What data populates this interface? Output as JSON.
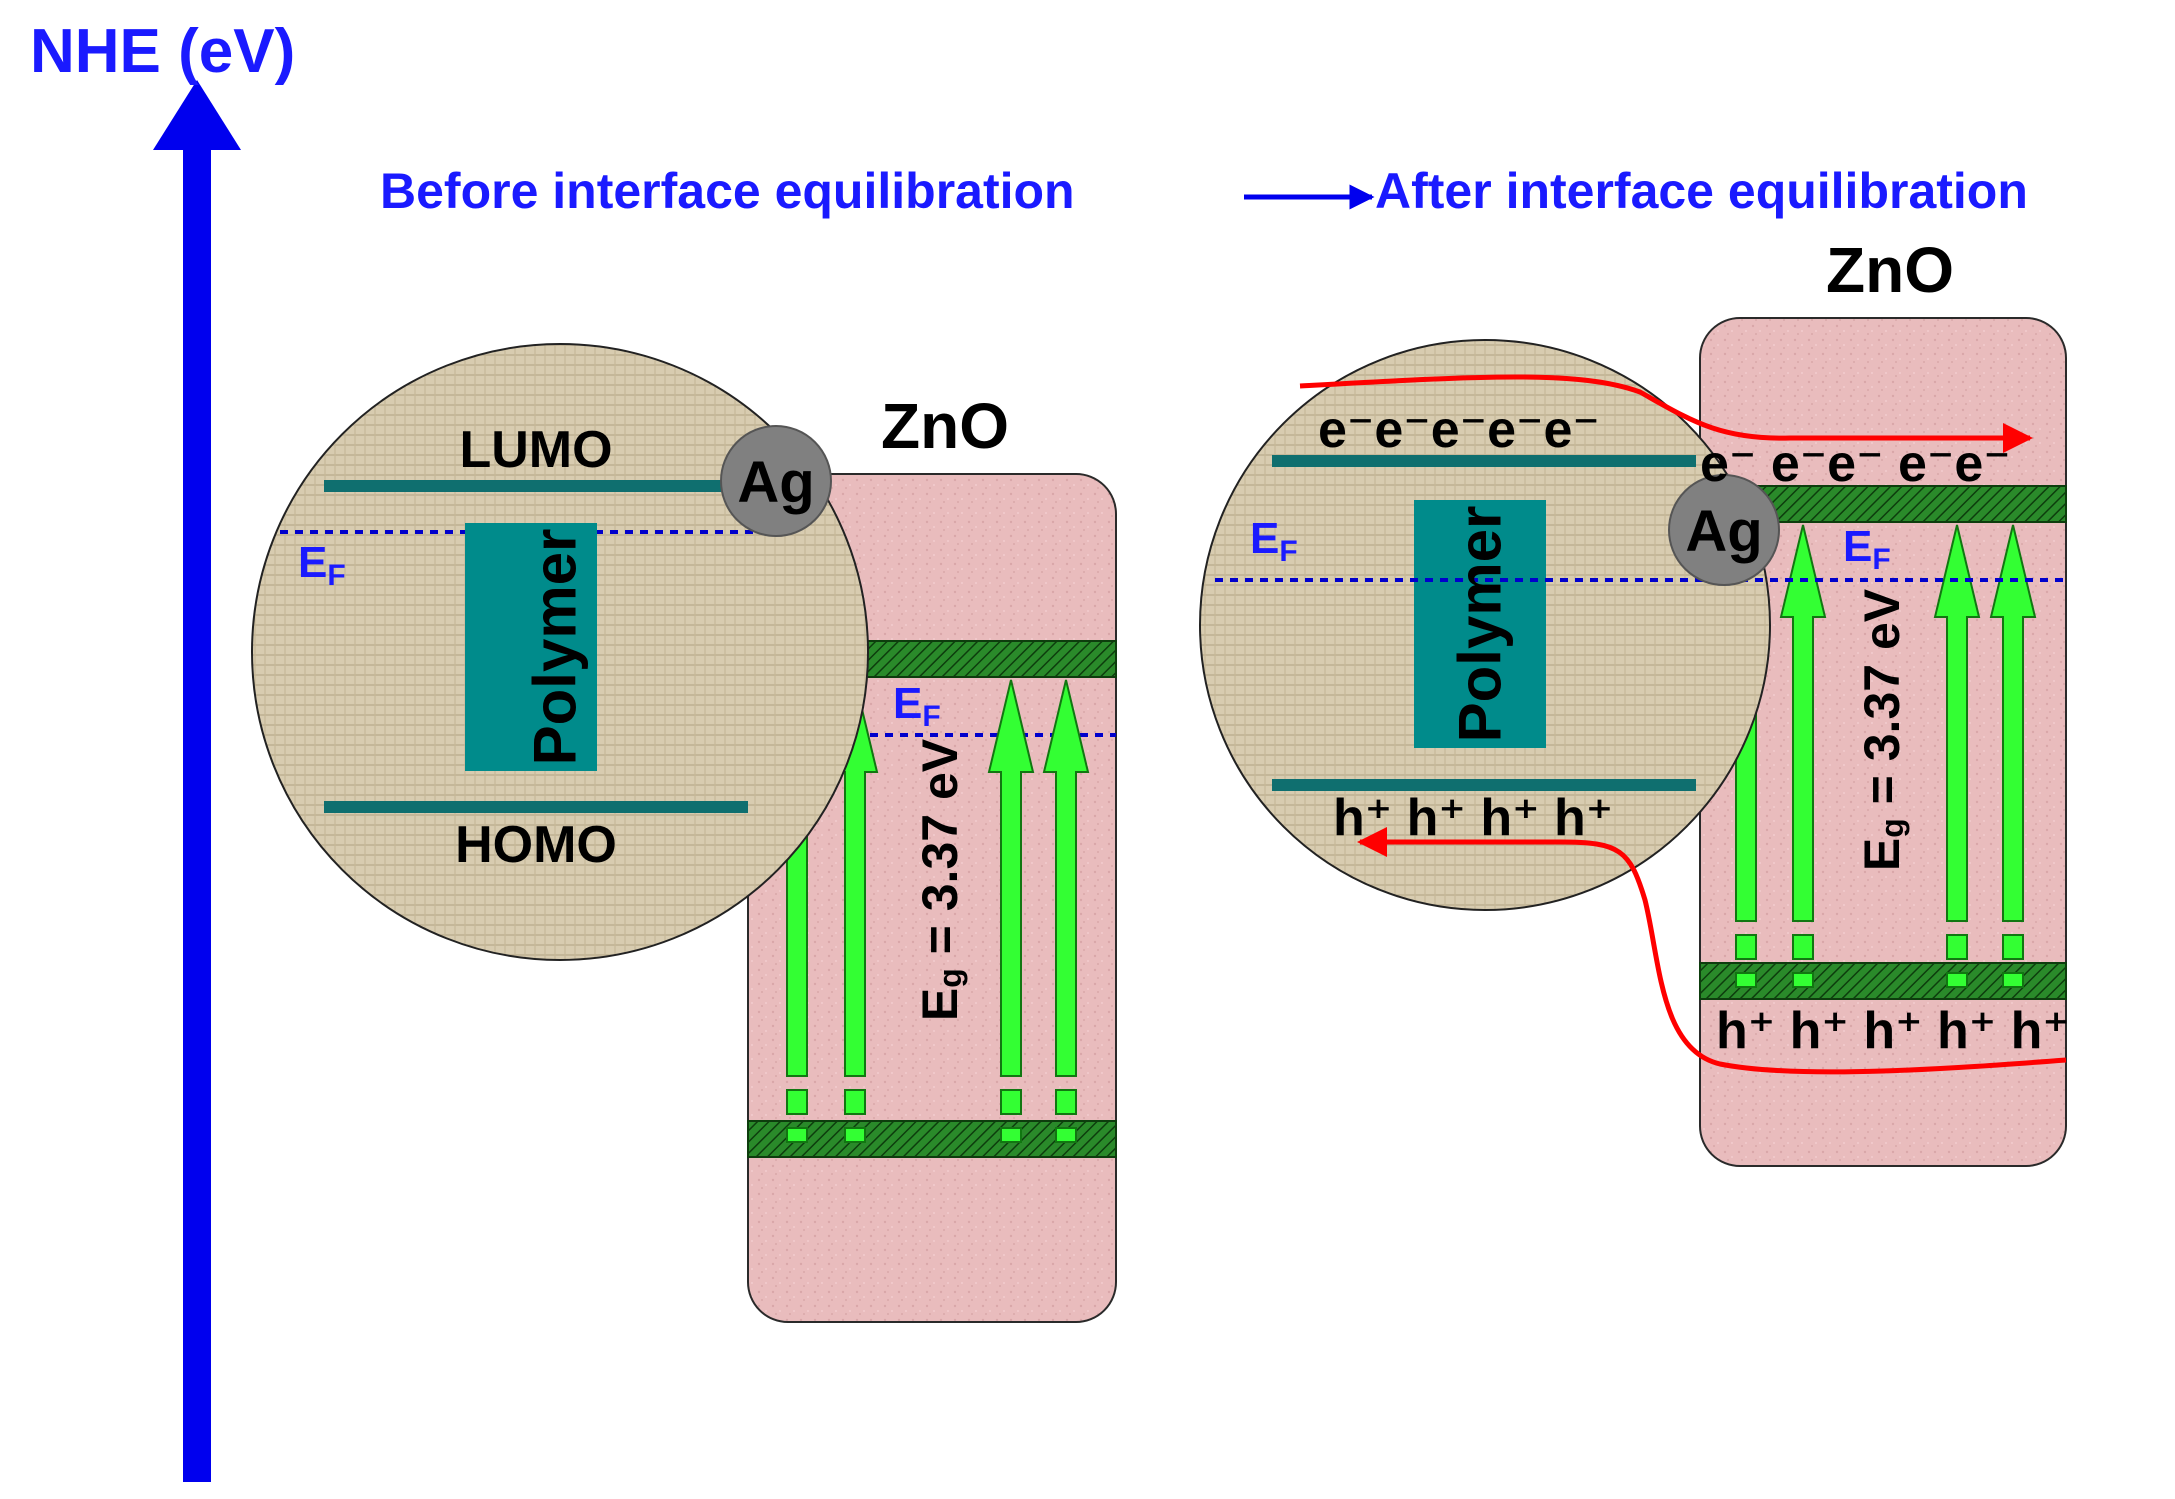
{
  "axis": {
    "label": "NHE (eV)"
  },
  "header": {
    "before": "Before interface equilibration",
    "after": "After interface equilibration"
  },
  "before": {
    "semiconductor": "ZnO",
    "lumo": "LUMO",
    "homo": "HOMO",
    "polymer": "Polymer",
    "metal": "Ag",
    "fermi_main": "E",
    "fermi_sub": "F",
    "zno_fermi_main": "E",
    "zno_fermi_sub": "F",
    "gap_prefix": "E",
    "gap_sub": "g",
    "gap_value": " = 3.37 eV"
  },
  "after": {
    "semiconductor": "ZnO",
    "polymer": "Polymer",
    "metal": "Ag",
    "fermi_main": "E",
    "fermi_sub": "F",
    "zno_fermi_main": "E",
    "zno_fermi_sub": "F",
    "gap_prefix": "E",
    "gap_sub": "g",
    "gap_value": " = 3.37 eV",
    "polymer_electrons": "e⁻e⁻e⁻e⁻e⁻",
    "zno_electrons": "e⁻ e⁻e⁻ e⁻e⁻",
    "polymer_holes": "h⁺ h⁺ h⁺ h⁺",
    "zno_holes": "h⁺ h⁺ h⁺ h⁺ h⁺"
  },
  "colors": {
    "axis": "#0000ee",
    "label_blue": "#1a1aff",
    "zno_fill": "#e8b8ba",
    "polymer_circle": "#d8ccb0",
    "polymer_box": "#008b8b",
    "band_green": "#1e6e1e",
    "excitation_arrow": "#33ff33",
    "metal": "#808080",
    "transfer_arrow": "#ff0000",
    "fermi_line": "#0000cc"
  }
}
